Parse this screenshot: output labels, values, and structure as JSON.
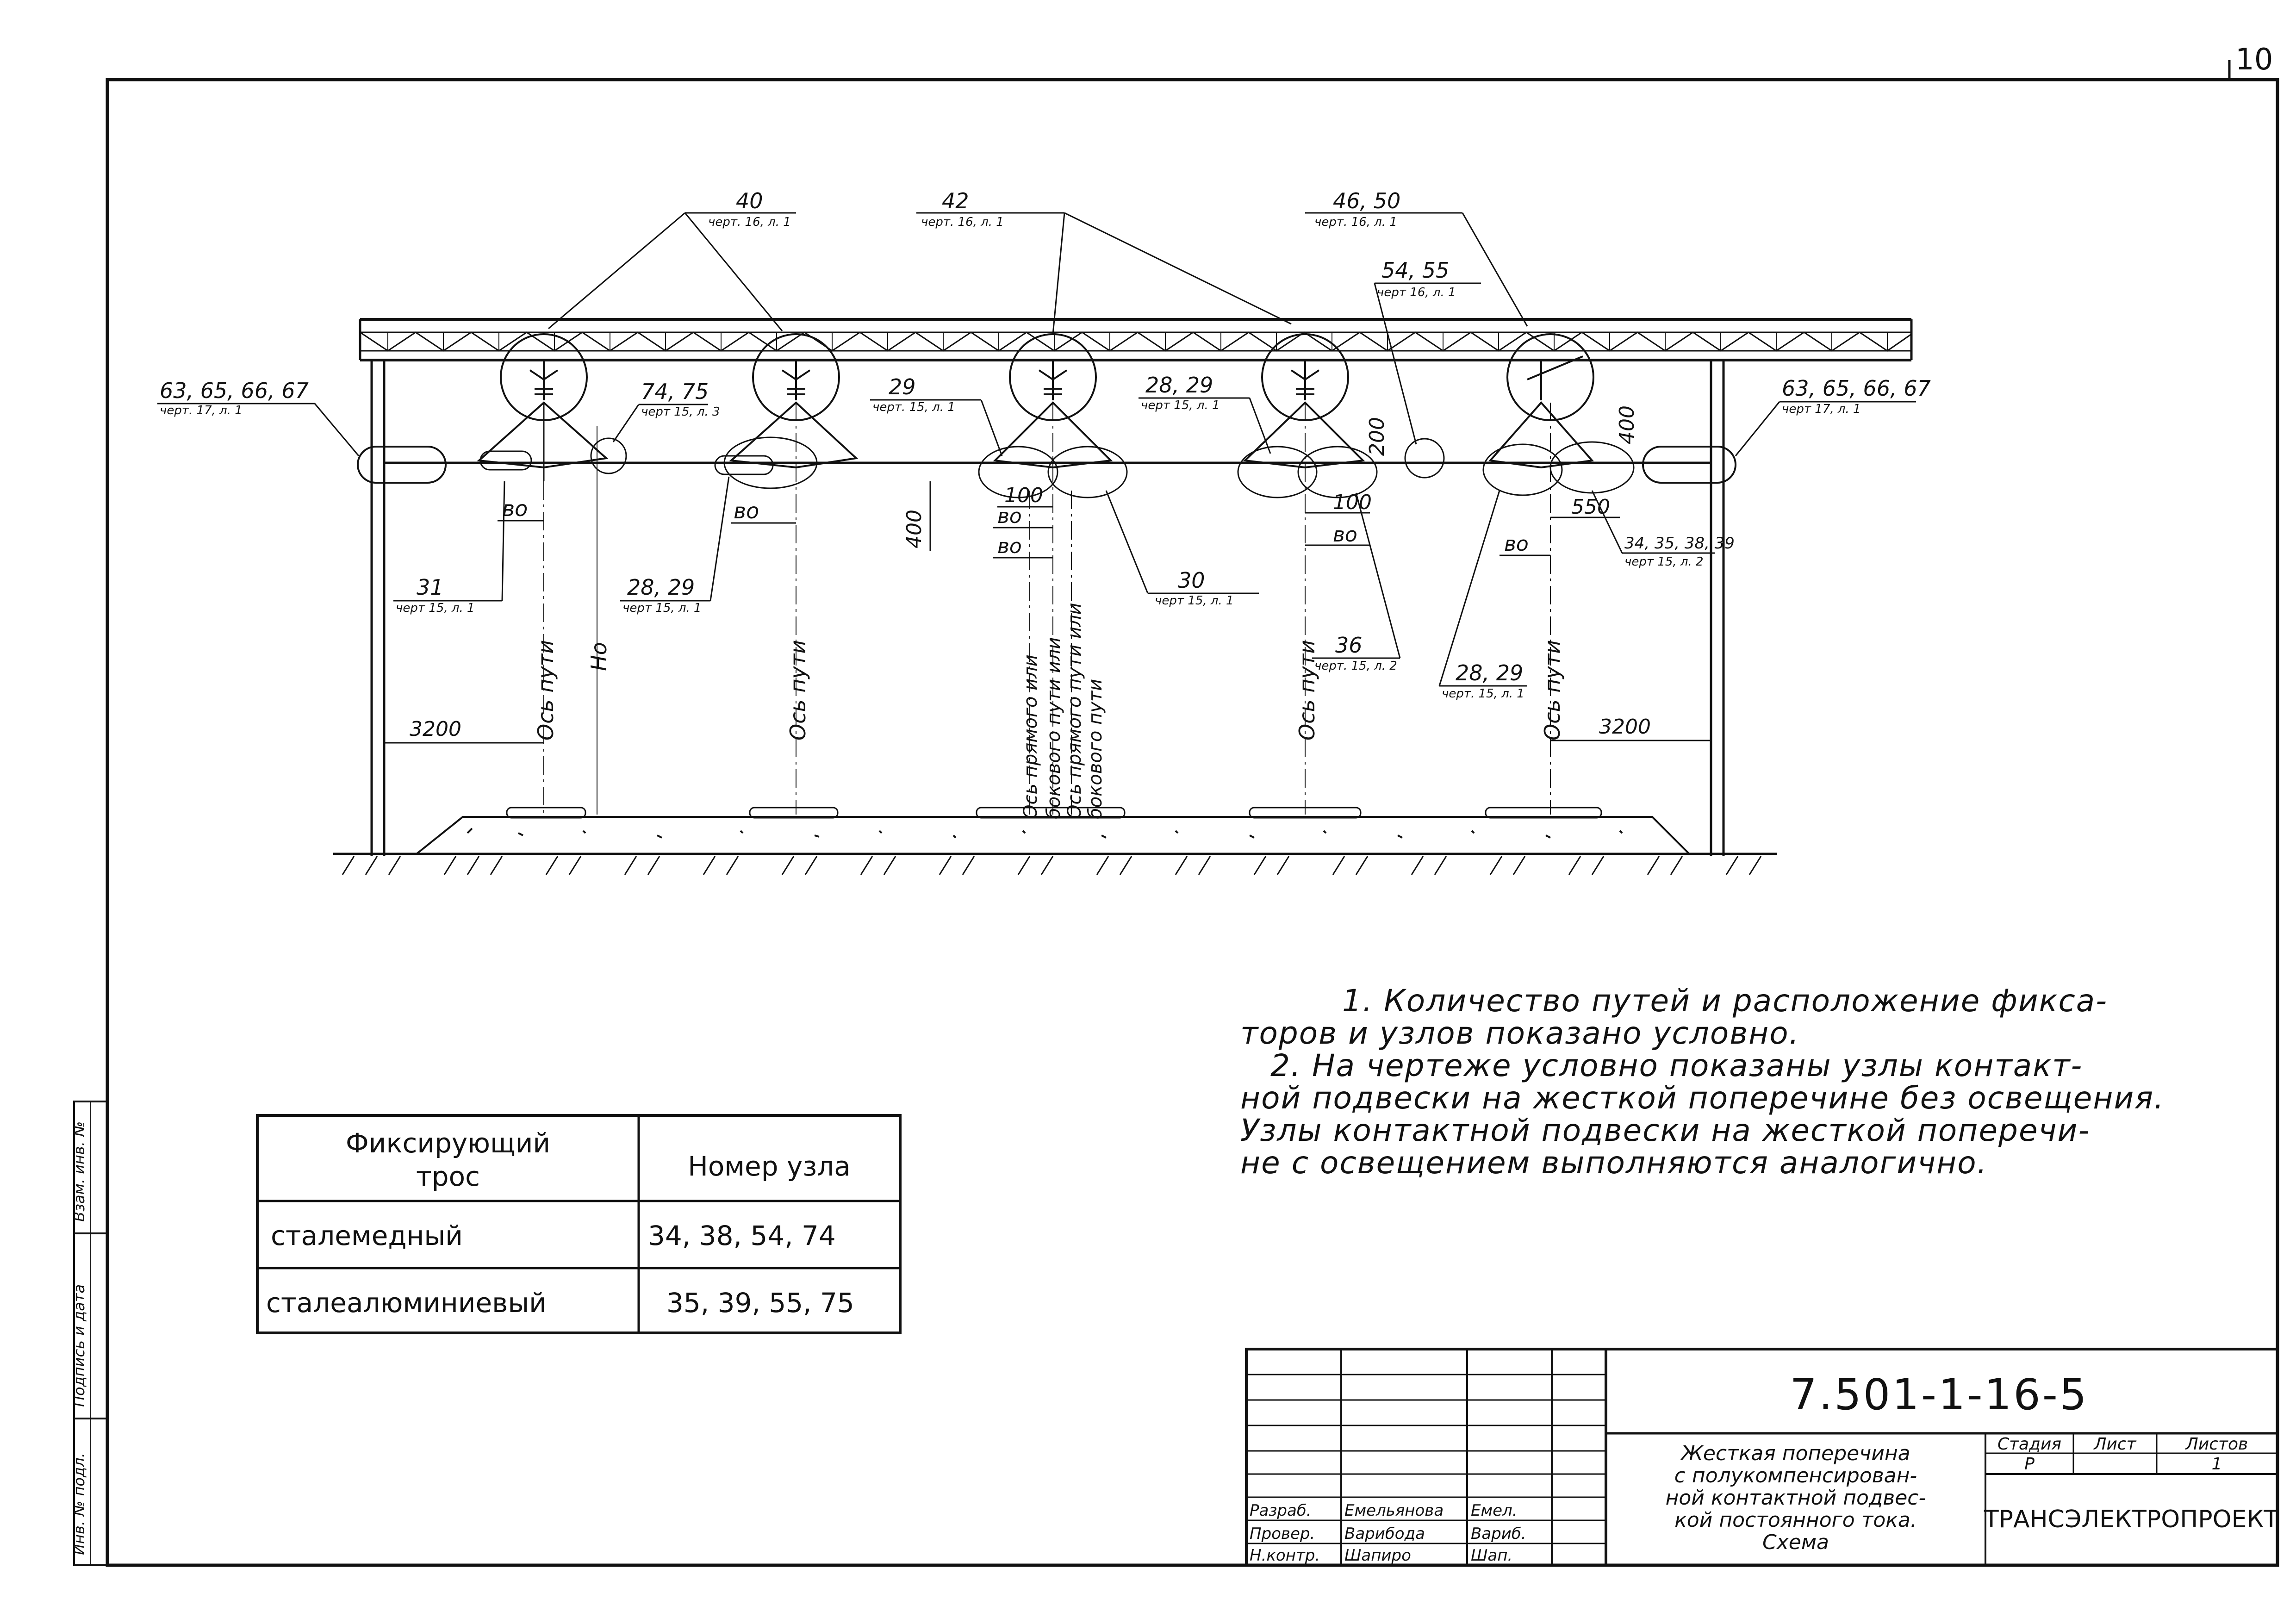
{
  "sheet_number": "10",
  "drawing": {
    "callouts_top": [
      {
        "num": "40",
        "ref": "черт. 16, л. 1"
      },
      {
        "num": "42",
        "ref": "черт. 16, л. 1"
      },
      {
        "num": "46, 50",
        "ref": "черт. 16, л. 1"
      },
      {
        "num": "54, 55",
        "ref": "черт 16, л. 1"
      }
    ],
    "callouts_side": [
      {
        "num": "63, 65, 66, 67",
        "ref": "черт. 17, л. 1"
      },
      {
        "num": "74, 75",
        "ref": "черт 15, л. 3"
      },
      {
        "num": "29",
        "ref": "черт. 15, л. 1"
      },
      {
        "num": "28, 29",
        "ref": "черт 15, л. 1"
      },
      {
        "num": "63, 65, 66, 67",
        "ref": "черт 17, л. 1"
      }
    ],
    "callouts_bottom": [
      {
        "num": "31",
        "ref": "черт 15, л. 1"
      },
      {
        "num": "28, 29",
        "ref": "черт 15, л. 1"
      },
      {
        "num": "30",
        "ref": "черт 15, л. 1"
      },
      {
        "num": "36",
        "ref": "черт. 15, л. 2"
      },
      {
        "num": "28, 29",
        "ref": "черт. 15, л. 1"
      },
      {
        "num": "34, 35, 38, 39",
        "ref": "черт 15, л. 2"
      }
    ],
    "dims": {
      "d3200_left": "3200",
      "d3200_right": "3200",
      "d400_left": "400",
      "d400_right": "400",
      "d200": "200",
      "d100_a": "100",
      "d100_b": "100",
      "d550": "550",
      "b0": "во"
    },
    "axes": {
      "axis_track": "Ось пути",
      "ho": "Но",
      "axis_straight_1": "Ось прямого или",
      "axis_side_1": "бокового пути или",
      "axis_straight_2": "Ось прямого пути или",
      "axis_side_2": "бокового пути"
    }
  },
  "notes": [
    "1. Количество путей и расположение фикса-",
    "торов и узлов показано условно.",
    "2. На чертеже условно показаны узлы контакт-",
    "ной подвески на жесткой поперечине без освещения.",
    "Узлы контактной подвески на жесткой поперечи-",
    "не с освещением выполняются аналогично."
  ],
  "cable_table": {
    "header_col1_line1": "Фиксирующий",
    "header_col1_line2": "трос",
    "header_col2": "Номер узла",
    "rows": [
      {
        "type": "сталемедный",
        "nodes": "34, 38, 54, 74"
      },
      {
        "type": "сталеалюминиевый",
        "nodes": "35, 39, 55, 75"
      }
    ]
  },
  "side_stamp": [
    "Инв. № подл.",
    "Подпись и дата",
    "Взам. инв. №"
  ],
  "title_block": {
    "code": "7.501-1-16-5",
    "title_lines": [
      "Жесткая поперечина",
      "с полукомпенсирован-",
      "ной контактной подвес-",
      "кой постоянного тока.",
      "Схема"
    ],
    "stage_label": "Стадия",
    "sheet_label": "Лист",
    "sheets_label": "Листов",
    "stage": "Р",
    "sheets": "1",
    "organization": "ТРАНСЭЛЕКТРОПРОЕКТ",
    "staff": [
      {
        "role": "Разраб.",
        "name": "Емельянова",
        "sign": "Емел."
      },
      {
        "role": "Провер.",
        "name": "Варибода",
        "sign": "Вариб."
      },
      {
        "role": "Н.контр.",
        "name": "Шапиро",
        "sign": "Шап."
      }
    ]
  }
}
